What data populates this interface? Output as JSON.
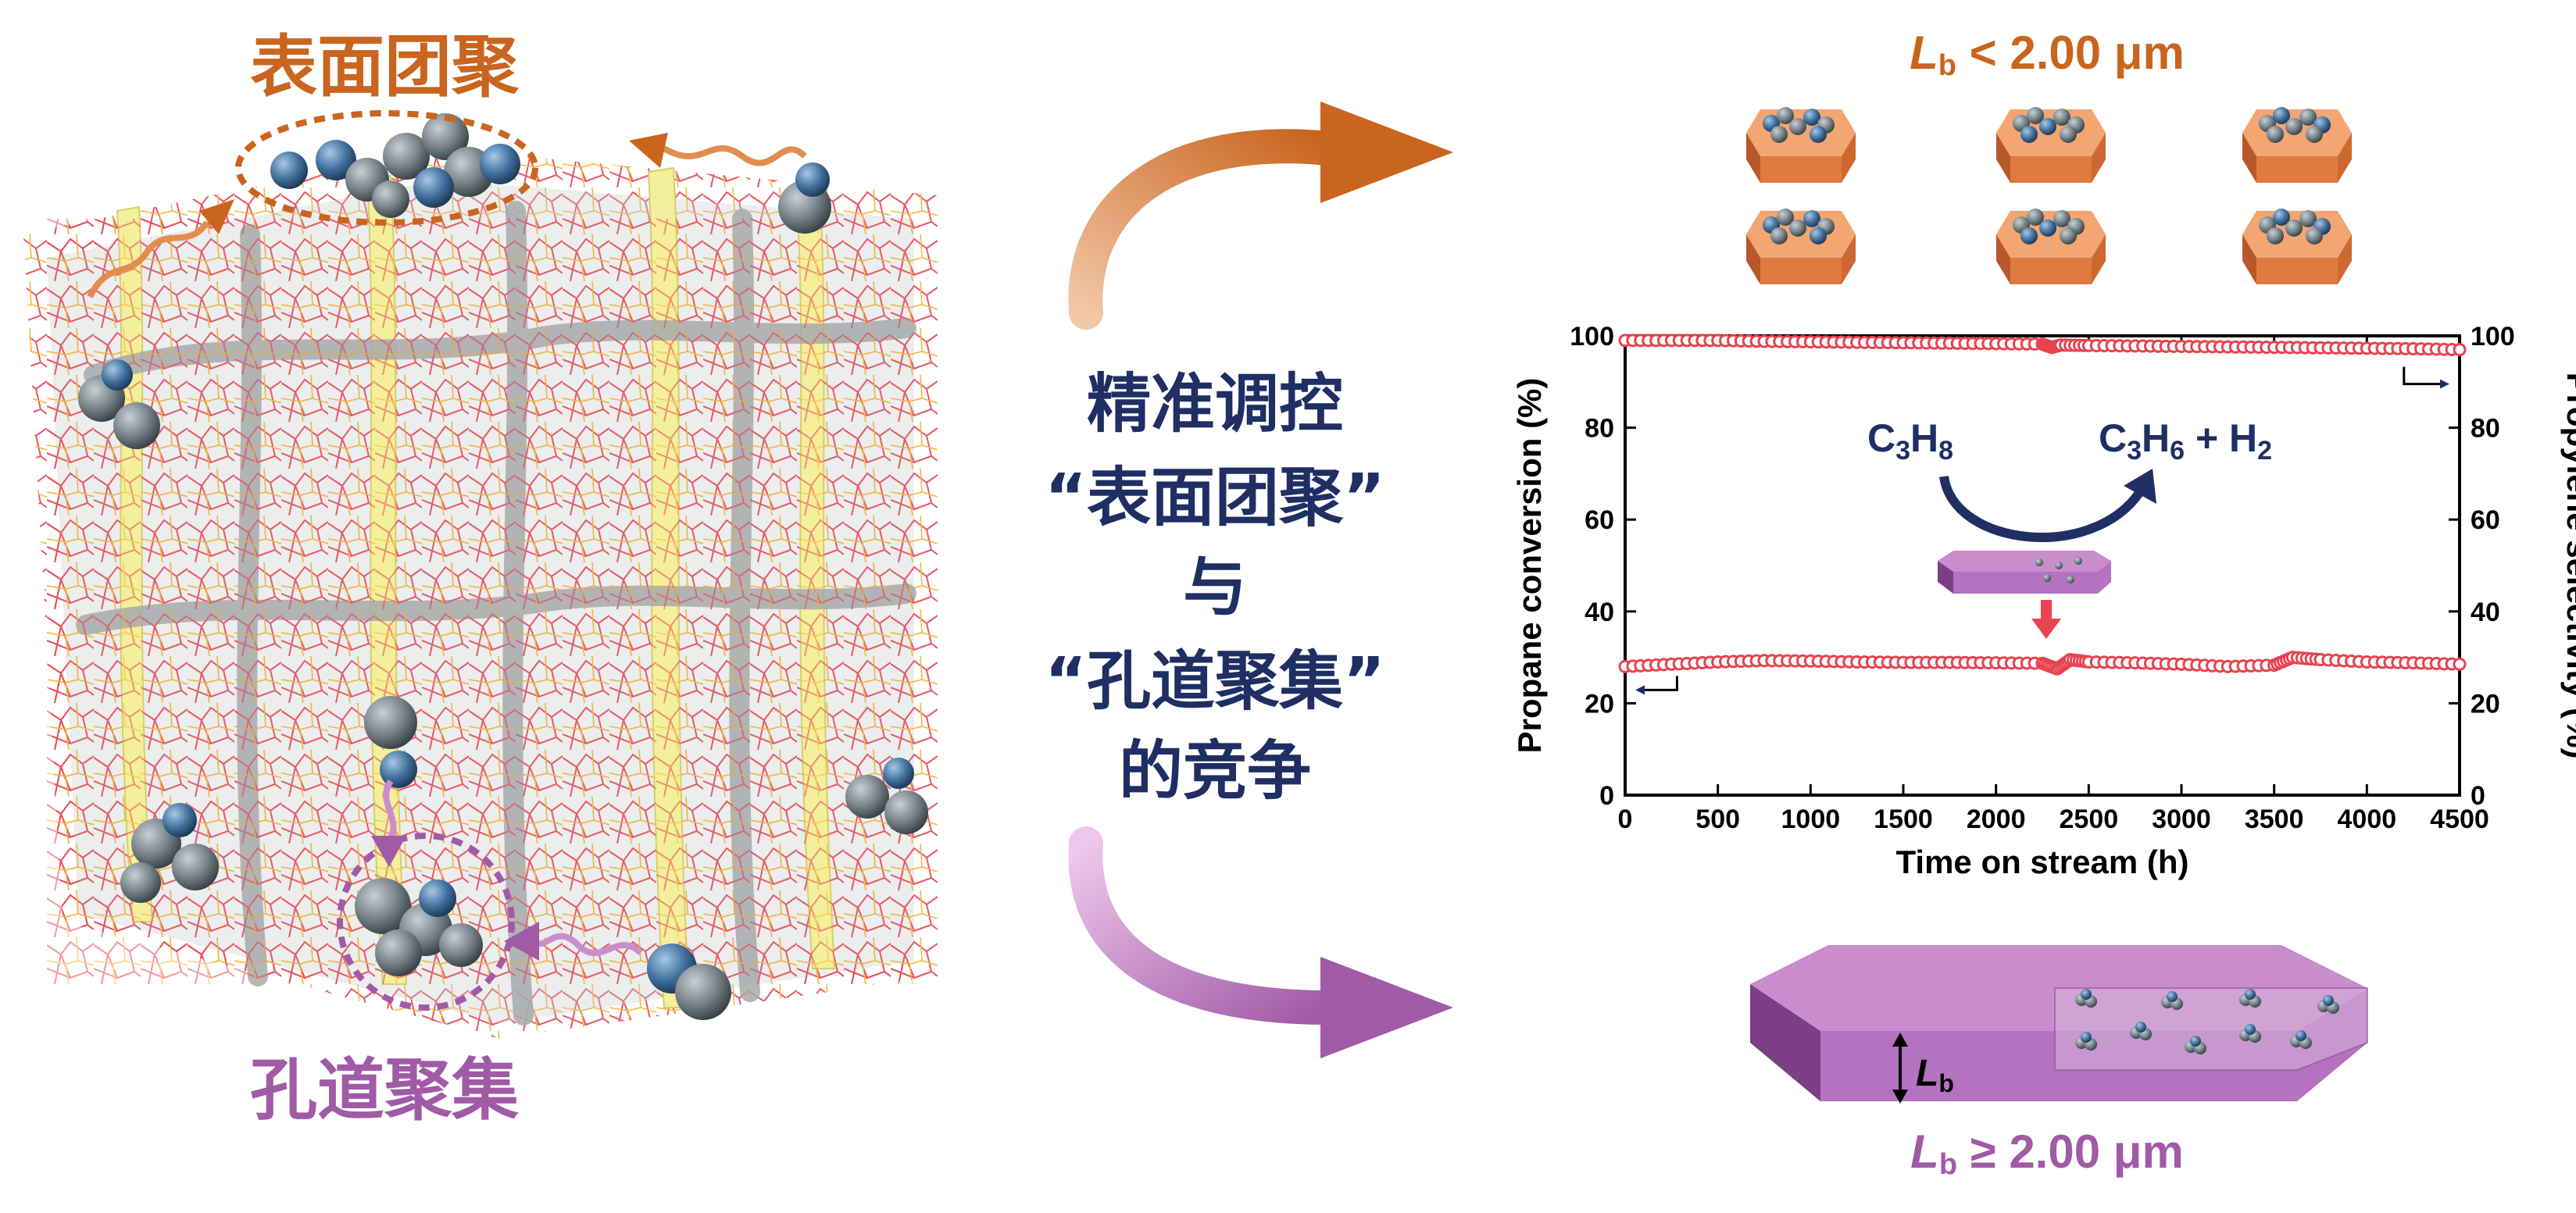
{
  "labels": {
    "surface_agg": "表面团聚",
    "channel_agg": "孔道聚集",
    "center_lines": [
      "精准调控",
      "“表面团聚”",
      "与",
      "“孔道聚集”",
      "的竞争"
    ],
    "top_condition_var": "L",
    "top_condition_sub": "b",
    "top_condition_rest": " < 2.00 μm",
    "bottom_condition_var": "L",
    "bottom_condition_sub": "b",
    "bottom_condition_rest": " ≥ 2.00 μm",
    "crystal_dim_var": "L",
    "crystal_dim_sub": "b"
  },
  "reaction": {
    "reactant_main": "C",
    "reactant_sub1": "3",
    "reactant_mid": "H",
    "reactant_sub2": "8",
    "product_c": "C",
    "product_sub1": "3",
    "product_h": "H",
    "product_sub2": "6",
    "product_plus": " + H",
    "product_sub3": "2"
  },
  "colors": {
    "orange": "#c9651f",
    "purple": "#a15aa6",
    "navy": "#1f2f63",
    "data_red": "#e8434f",
    "framework_yellow": "#f4ef9a",
    "framework_gray": "#c9cacc"
  },
  "chart_data": {
    "type": "scatter",
    "xlabel": "Time on stream (h)",
    "ylabel_left": "Propane conversion (%)",
    "ylabel_right": "Propylene selectivity (%)",
    "xlim": [
      0,
      4500
    ],
    "ylim": [
      0,
      100
    ],
    "x_ticks": [
      0,
      500,
      1000,
      1500,
      2000,
      2500,
      3000,
      3500,
      4000,
      4500
    ],
    "y_ticks": [
      0,
      20,
      40,
      60,
      80,
      100
    ],
    "series": [
      {
        "axis": "right",
        "x": [
          0,
          250,
          500,
          750,
          1000,
          1250,
          1500,
          1750,
          2000,
          2250,
          2300,
          2350,
          2500,
          2750,
          3000,
          3250,
          3500,
          3750,
          4000,
          4250,
          4500
        ],
        "y": [
          99,
          99,
          99,
          98.8,
          98.7,
          98.6,
          98.5,
          98.4,
          98.3,
          98.2,
          97.5,
          98,
          97.9,
          97.8,
          97.7,
          97.6,
          97.5,
          97.4,
          97.3,
          97.2,
          97
        ]
      },
      {
        "axis": "left",
        "x": [
          0,
          250,
          500,
          750,
          1000,
          1250,
          1500,
          1750,
          2000,
          2250,
          2330,
          2400,
          2500,
          2750,
          3000,
          3250,
          3500,
          3600,
          3750,
          4000,
          4250,
          4500
        ],
        "y": [
          28,
          28.5,
          29,
          29.3,
          29.2,
          29,
          28.9,
          28.9,
          28.8,
          28.7,
          27.5,
          29.5,
          29,
          28.8,
          28.5,
          28,
          28.3,
          30,
          29.5,
          29,
          28.8,
          28.5
        ]
      }
    ]
  }
}
